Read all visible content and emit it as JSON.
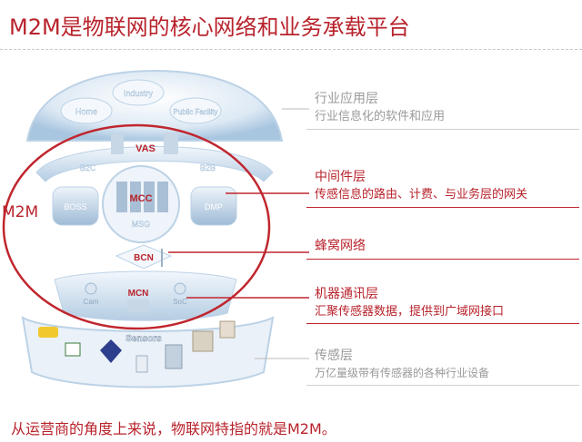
{
  "title": "M2M是物联网的核心网络和业务承载平台",
  "m2m_label": "M2M",
  "footer": "从运营商的角度上来说，物联网特指的就是M2M。",
  "layers": [
    {
      "head": "行业应用层",
      "sub": "行业信息化的软件和应用",
      "color": "#9a9a9a",
      "highlight": false
    },
    {
      "head": "中间件层",
      "sub": "传感信息的路由、计费、与业务层的网关",
      "color": "#b8232c",
      "highlight": true
    },
    {
      "head": "蜂窝网络",
      "sub": "",
      "color": "#b8232c",
      "highlight": true
    },
    {
      "head": "机器通讯层",
      "sub": "汇聚传感器数据，提供到广域网接口",
      "color": "#b8232c",
      "highlight": true
    },
    {
      "head": "传感层",
      "sub": "万亿量级带有传感器的各种行业设备",
      "color": "#9a9a9a",
      "highlight": false
    }
  ],
  "diagram": {
    "app_bubbles": [
      "Home",
      "Industry",
      "Public Facility"
    ],
    "vas": "VAS",
    "b2c": "B2C",
    "b2b": "B2B",
    "mcc": "MCC",
    "msg": "MSG",
    "left_box": "BOSS",
    "right_box": "DMP",
    "bcn": "BCN",
    "cam": "Cam",
    "soc": "SoC",
    "mcn": "MCN",
    "sensors": "Sensors"
  },
  "colors": {
    "accent": "#b8232c",
    "grey_text": "#9a9a9a",
    "shell": "#b8d4ea",
    "ring": "#c0262e"
  }
}
